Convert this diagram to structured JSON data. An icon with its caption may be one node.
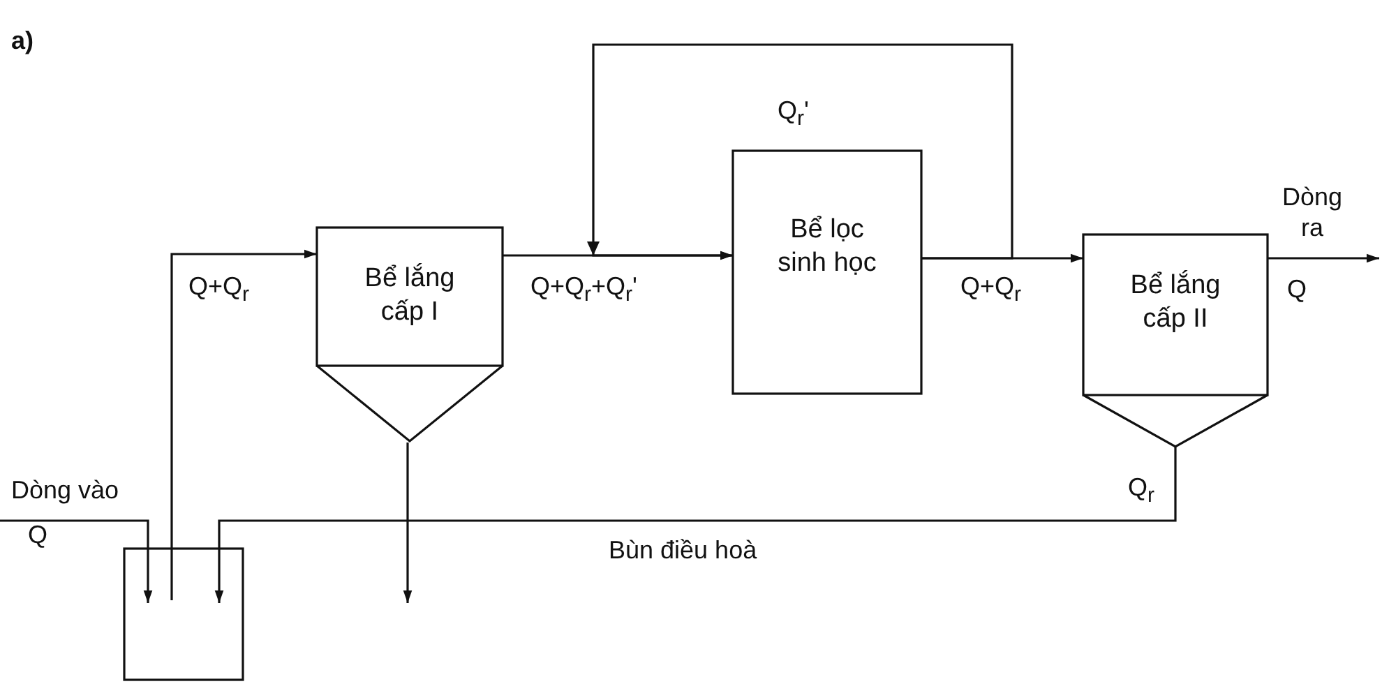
{
  "diagram": {
    "nodes": [
      {
        "text": [
          "Bể lắng cấp I"
        ]
      },
      {
        "text": [
          "Bể lọc sinh học"
        ]
      },
      {
        "text": [
          "Bể lắng cấp II"
        ]
      },
      {
        "text": [],
        "shape": "box"
      }
    ],
    "edges": [
      {
        "from": null,
        "to": 3,
        "arrow": "to",
        "label": "Dòng vào"
      },
      {
        "from": 3,
        "to": 0,
        "arrow": "to",
        "label": "Q+Q$_{r}$"
      },
      {
        "from": 0,
        "to": 1,
        "arrow": "to",
        "label": "Q+Q$_{r}$+Q$_{r}$'"
      },
      {
        "from": 1,
        "to": 1,
        "arrow": "to",
        "label": "Q$_{r}$'"
      },
      {
        "from": 1,
        "to": 2,
        "arrow": "to",
        "label": "Q+Q$_{r}$"
      },
      {
        "from": 2,
        "to": null,
        "arrow": "to",
        "label": "Dòng ra"
      },
      {
        "from": 2,
        "to": 3,
        "arrow": "to",
        "label": "Q$_{r}$"
      },
      {
        "from": 0,
        "to": null,
        "arrow": "to"
      }
    ],
    "labels": [
      "a)",
      "Q",
      "Q",
      "Bùn điều hoà"
    ]
  }
}
